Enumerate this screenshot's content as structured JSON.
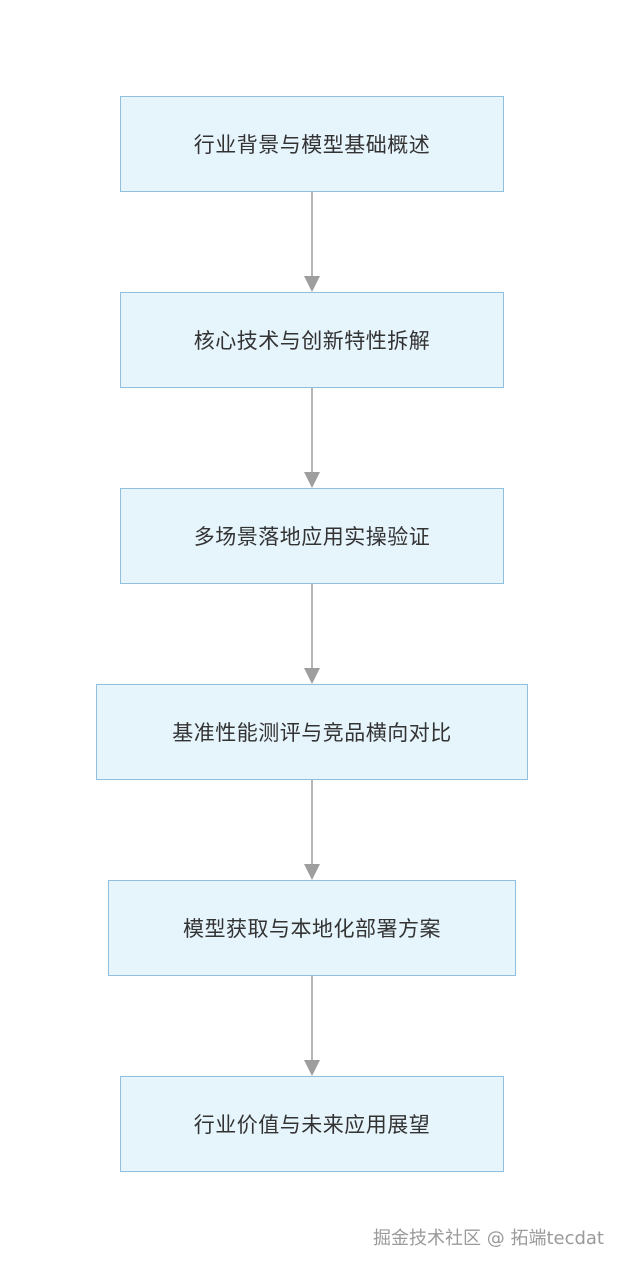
{
  "flowchart": {
    "steps": [
      {
        "label": "行业背景与模型基础概述"
      },
      {
        "label": "核心技术与创新特性拆解"
      },
      {
        "label": "多场景落地应用实操验证"
      },
      {
        "label": "基准性能测评与竞品横向对比"
      },
      {
        "label": "模型获取与本地化部署方案"
      },
      {
        "label": "行业价值与未来应用展望"
      }
    ]
  },
  "watermark": "掘金技术社区 @ 拓端tecdat",
  "colors": {
    "box_fill": "#e6f4fc",
    "box_border": "#8fc1dd",
    "text": "#333333",
    "connector": "#9e9e9e",
    "watermark": "#9a9a9a"
  }
}
